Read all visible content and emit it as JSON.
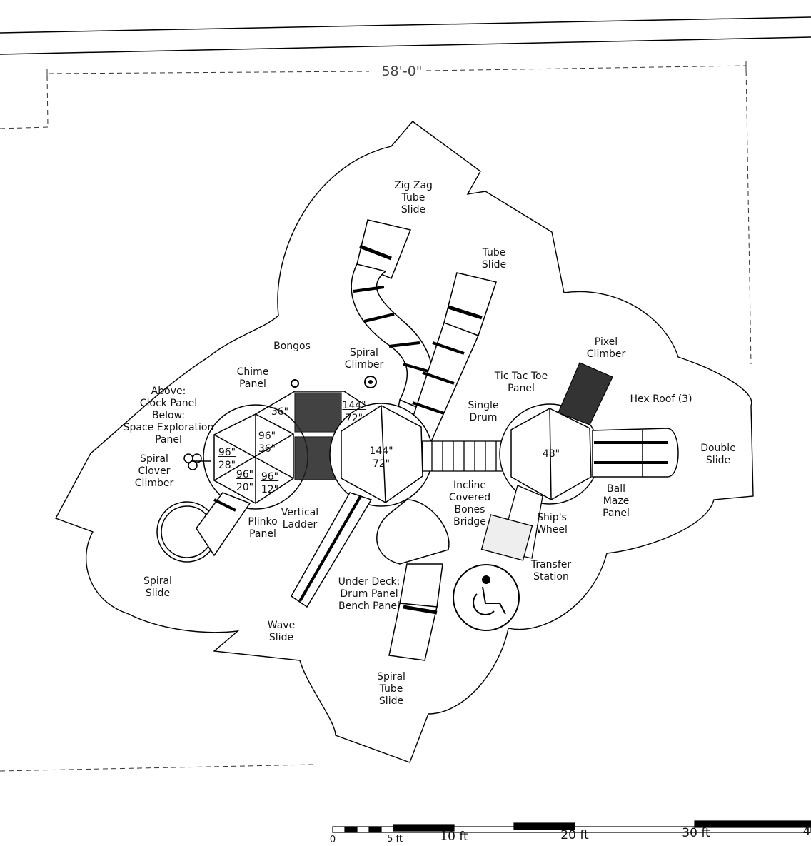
{
  "dimension": {
    "overall_width": "58'-0\""
  },
  "labels": {
    "zig_zag_tube_slide": "Zig Zag\nTube\nSlide",
    "tube_slide": "Tube\nSlide",
    "bongos": "Bongos",
    "spiral_climber": "Spiral\nClimber",
    "chime_panel": "Chime\nPanel",
    "clock_panel": "Above:\nClock Panel\nBelow:\nSpace Exploration\nPanel",
    "spiral_clover_climber": "Spiral\nClover\nClimber",
    "plinko_panel": "Plinko\nPanel",
    "vertical_ladder": "Vertical\nLadder",
    "spiral_slide": "Spiral\nSlide",
    "wave_slide": "Wave\nSlide",
    "under_deck": "Under Deck:\nDrum Panel\nBench Panel",
    "spiral_tube_slide": "Spiral\nTube\nSlide",
    "tic_tac_toe_panel": "Tic Tac Toe\nPanel",
    "single_drum": "Single\nDrum",
    "pixel_climber": "Pixel\nClimber",
    "hex_roof": "Hex Roof (3)",
    "double_slide": "Double\nSlide",
    "incline_bridge": "Incline\nCovered\nBones\nBridge",
    "ball_maze_panel": "Ball\nMaze\nPanel",
    "ships_wheel": "Ship's\nWheel",
    "transfer_station": "Transfer\nStation"
  },
  "deck_heights": {
    "d36a": "36\"",
    "d96_36_top": "96\"",
    "d96_36_bot": "36\"",
    "d96_28_top": "96\"",
    "d96_28_bot": "28\"",
    "d96_20_top": "96\"",
    "d96_20_bot": "20\"",
    "d96_12_top": "96\"",
    "d96_12_bot": "12\"",
    "d144_72a_top": "144\"",
    "d144_72a_bot": "72\"",
    "d144_72b_top": "144\"",
    "d144_72b_bot": "72\"",
    "d48": "48\""
  },
  "scale_bar": {
    "t0": "0",
    "t5": "5 ft",
    "t10": "10 ft",
    "t20": "20 ft",
    "t30": "30 ft",
    "t40": "4"
  },
  "icons": {
    "accessibility": "wheelchair-icon"
  }
}
